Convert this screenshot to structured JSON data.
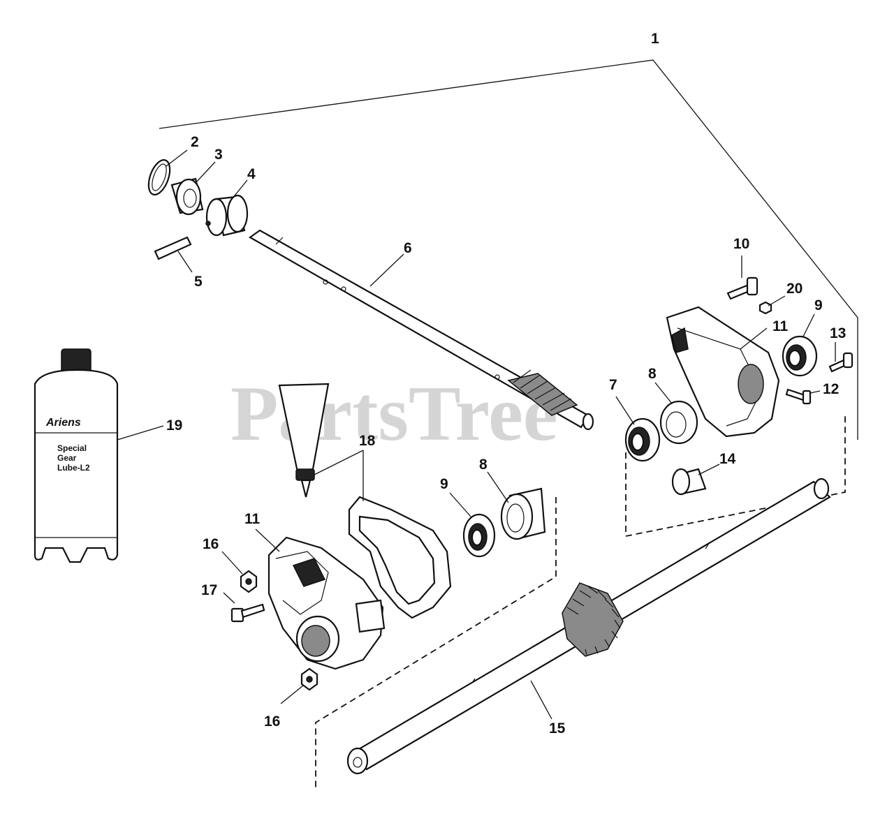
{
  "watermark": "PartsTree",
  "callouts": [
    "1",
    "2",
    "3",
    "4",
    "5",
    "6",
    "7",
    "8",
    "8",
    "9",
    "9",
    "10",
    "11",
    "11",
    "12",
    "13",
    "14",
    "15",
    "16",
    "16",
    "17",
    "18",
    "19",
    "20"
  ],
  "bottle_label": {
    "brand": "Ariens",
    "line1": "Special",
    "line2": "Gear",
    "line3": "Lube-L2"
  },
  "colors": {
    "ink": "#111111",
    "watermark": "#c8c8c8",
    "background": "#ffffff"
  }
}
